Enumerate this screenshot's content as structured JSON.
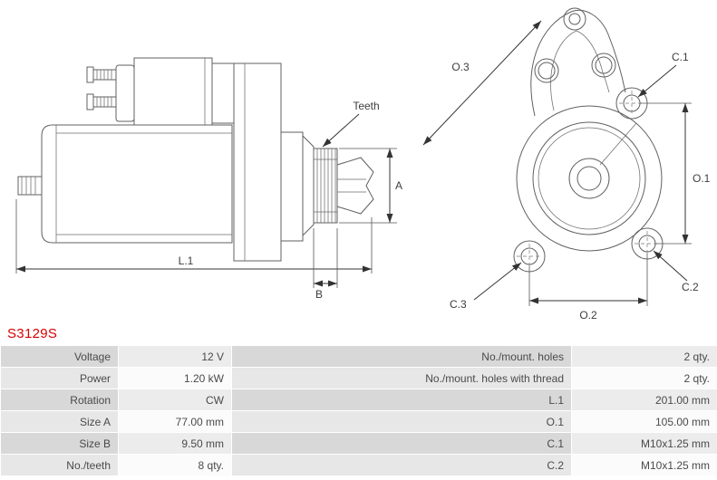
{
  "part_number": "S3129S",
  "colors": {
    "part_number_red": "#d90000",
    "table_label_bg": "#d8d8d8",
    "table_value_bg": "#ececec"
  },
  "diagram": {
    "labels": {
      "teeth": "Teeth",
      "A": "A",
      "B": "B",
      "L1": "L.1",
      "O1": "O.1",
      "O2": "O.2",
      "O3": "O.3",
      "C1": "C.1",
      "C2": "C.2",
      "C3": "C.3"
    }
  },
  "spec_table": {
    "rows": [
      {
        "left_label": "Voltage",
        "left_value": "12 V",
        "right_label": "No./mount. holes",
        "right_value": "2 qty."
      },
      {
        "left_label": "Power",
        "left_value": "1.20 kW",
        "right_label": "No./mount. holes with thread",
        "right_value": "2 qty."
      },
      {
        "left_label": "Rotation",
        "left_value": "CW",
        "right_label": "L.1",
        "right_value": "201.00 mm"
      },
      {
        "left_label": "Size A",
        "left_value": "77.00 mm",
        "right_label": "O.1",
        "right_value": "105.00 mm"
      },
      {
        "left_label": "Size B",
        "left_value": "9.50 mm",
        "right_label": "C.1",
        "right_value": "M10x1.25 mm"
      },
      {
        "left_label": "No./teeth",
        "left_value": "8 qty.",
        "right_label": "C.2",
        "right_value": "M10x1.25 mm"
      }
    ]
  }
}
